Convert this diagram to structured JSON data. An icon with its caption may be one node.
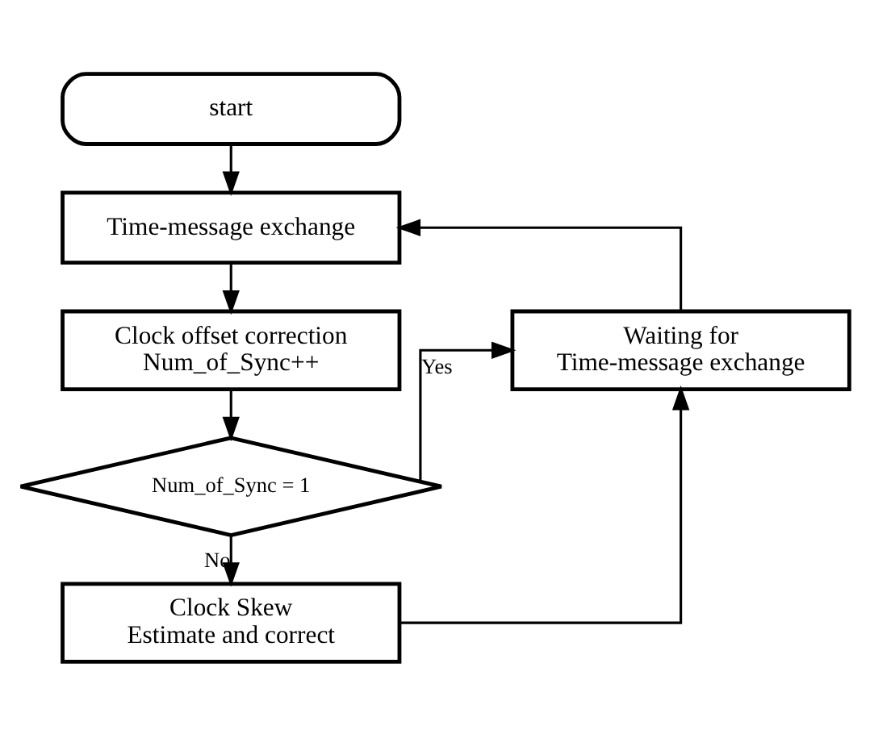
{
  "diagram": {
    "nodes": [
      {
        "text": [
          "start"
        ]
      },
      {
        "text": [
          "Time-message exchange"
        ]
      },
      {
        "text": [
          "Clock offset correction",
          "Num_of_Sync++"
        ]
      },
      {
        "text": [
          "Num_of_Sync = 1"
        ]
      },
      {
        "text": [
          "Clock Skew",
          "Estimate and correct"
        ]
      },
      {
        "text": [
          "Waiting for Time-message exchange"
        ]
      }
    ],
    "edges": [
      {
        "from": 0,
        "to": 1,
        "arrow": "to"
      },
      {
        "from": 1,
        "to": 2,
        "arrow": "to"
      },
      {
        "from": 2,
        "to": 3,
        "arrow": "to"
      },
      {
        "from": 3,
        "to": 4,
        "arrow": "to",
        "label": "No"
      },
      {
        "from": 3,
        "to": 5,
        "arrow": "to",
        "label": "Yes"
      },
      {
        "from": 4,
        "to": 5,
        "arrow": "to"
      },
      {
        "from": 5,
        "to": 1,
        "arrow": "to"
      }
    ]
  }
}
